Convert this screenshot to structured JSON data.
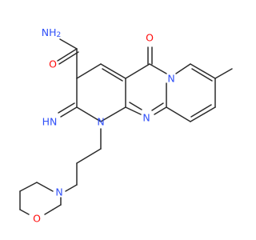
{
  "molecule": {
    "atoms": {
      "amide_n": {
        "label": "NH",
        "sub": "2",
        "color": "#3050f8"
      },
      "carbonyl_o_amide": {
        "label": "O",
        "color": "#ff0d0d"
      },
      "carbonyl_o_ring": {
        "label": "O",
        "color": "#ff0d0d"
      },
      "imine_n": {
        "label": "HN",
        "color": "#3050f8"
      },
      "n1": {
        "label": "N",
        "color": "#3050f8"
      },
      "n_bridge": {
        "label": "N",
        "color": "#3050f8"
      },
      "n_pyrido": {
        "label": "N",
        "color": "#3050f8"
      },
      "n_morpholine": {
        "label": "N",
        "color": "#3050f8"
      },
      "o_morpholine": {
        "label": "O",
        "color": "#ff0d0d"
      }
    },
    "bond_color": "#2b2b2b"
  }
}
